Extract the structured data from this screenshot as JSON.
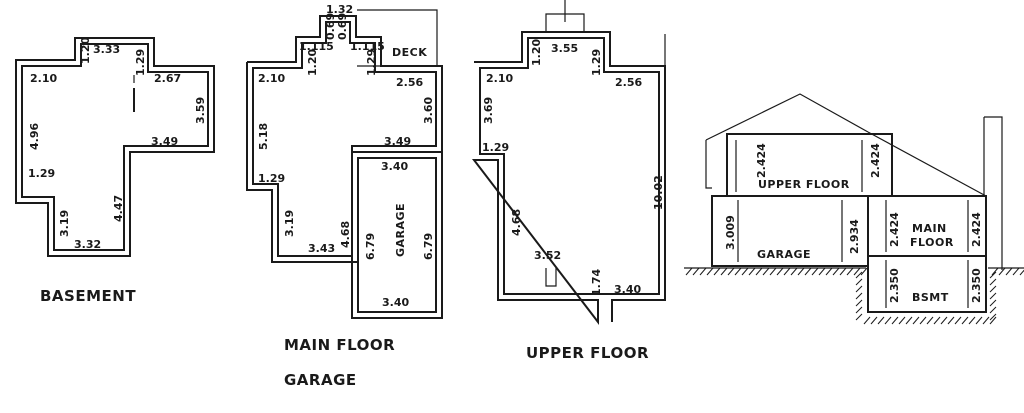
{
  "basement": {
    "title": "BASEMENT",
    "dims": [
      "1.20",
      "3.33",
      "1.29",
      "2.10",
      "2.67",
      "3.59",
      "4.96",
      "3.49",
      "1.29",
      "4.47",
      "3.19",
      "3.32"
    ]
  },
  "main_floor": {
    "title_line1": "MAIN FLOOR",
    "title_line2": "GARAGE",
    "deck_label": "DECK",
    "garage_label": "GARAGE",
    "dims": [
      "1.32",
      "0.69",
      "0.69",
      "1.115",
      "1.115",
      "1.20",
      "1.29",
      "2.10",
      "2.56",
      "3.60",
      "5.18",
      "3.49",
      "3.40",
      "1.29",
      "6.79",
      "6.79",
      "4.68",
      "3.19",
      "3.43",
      "3.40"
    ]
  },
  "upper_floor": {
    "title": "UPPER FLOOR",
    "dims": [
      "3.55",
      "1.20",
      "1.29",
      "2.10",
      "2.56",
      "3.69",
      "1.29",
      "10.02",
      "4.68",
      "3.52",
      "1.74",
      "3.40"
    ]
  },
  "section": {
    "upper_floor_label": "UPPER  FLOOR",
    "garage_label": "GARAGE",
    "main_floor_label_1": "MAIN",
    "main_floor_label_2": "FLOOR",
    "bsmt_label": "BSMT",
    "dims": [
      "2.424",
      "2.424",
      "3.009",
      "2.934",
      "2.424",
      "2.424",
      "2.350",
      "2.350"
    ]
  }
}
